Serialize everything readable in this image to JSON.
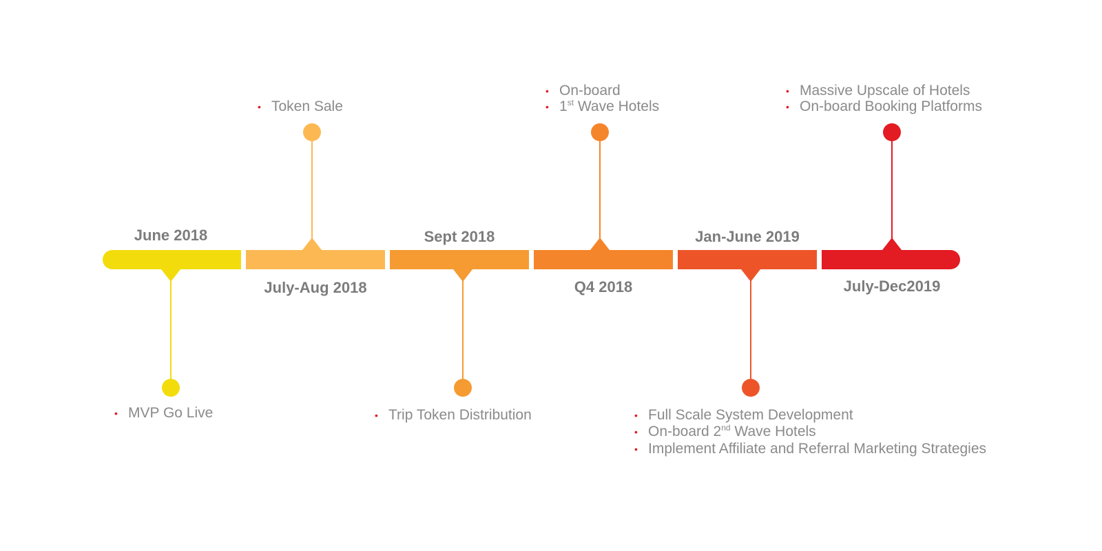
{
  "segments": [
    {
      "label": "June 2018",
      "color": "#f2dc0c"
    },
    {
      "label": "July-Aug 2018",
      "color": "#fcb953"
    },
    {
      "label": "Sept 2018",
      "color": "#f59b32"
    },
    {
      "label": "Q4 2018",
      "color": "#f5852b"
    },
    {
      "label": "Jan-June 2019",
      "color": "#ed5529"
    },
    {
      "label": "July-Dec2019",
      "color": "#e31b23"
    }
  ],
  "bullet_color": "#e31b23",
  "events": {
    "mvp": [
      "MVP Go Live"
    ],
    "token_sale": [
      "Token Sale"
    ],
    "distribution": [
      "Trip Token Distribution"
    ],
    "q4": [
      {
        "pre": "On-board",
        "sup": "",
        "post": ""
      },
      {
        "pre": "1",
        "sup": "st",
        "post": " Wave Hotels"
      }
    ],
    "jan_june": [
      {
        "pre": "Full Scale System Development",
        "sup": "",
        "post": ""
      },
      {
        "pre": "On-board 2",
        "sup": "nd",
        "post": " Wave Hotels"
      },
      {
        "pre": "Implement Affiliate and Referral Marketing Strategies",
        "sup": "",
        "post": ""
      }
    ],
    "july_dec": [
      "Massive Upscale of Hotels",
      "On-board Booking Platforms"
    ]
  }
}
